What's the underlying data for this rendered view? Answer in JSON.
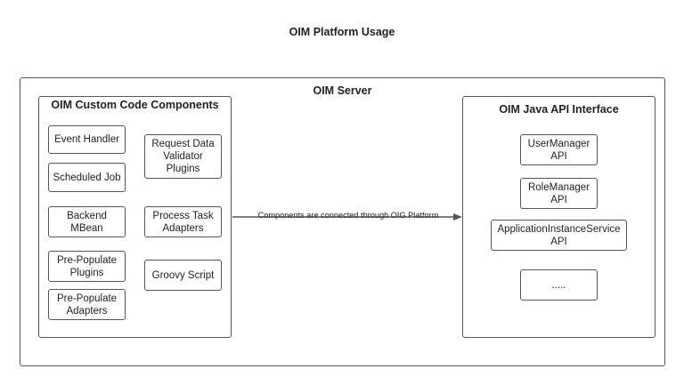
{
  "title": "OIM Platform Usage",
  "server": {
    "title": "OIM Server"
  },
  "custom_code": {
    "title": "OIM Custom Code Components",
    "components": [
      "Event Handler",
      "Scheduled Job",
      "Backend\nMBean",
      "Pre-Populate\nPlugins",
      "Pre-Populate\nAdapters",
      "Request Data\nValidator\nPlugins",
      "Process Task\nAdapters",
      "Groovy Script"
    ]
  },
  "java_api": {
    "title": "OIM Java API Interface",
    "apis": [
      "UserManager\nAPI",
      "RoleManager\nAPI",
      "ApplicationInstanceService\nAPI",
      "....."
    ]
  },
  "connection": {
    "label": "Components are connected through OIG Platform"
  },
  "colors": {
    "border": "#555555",
    "arrow": "#555555"
  }
}
